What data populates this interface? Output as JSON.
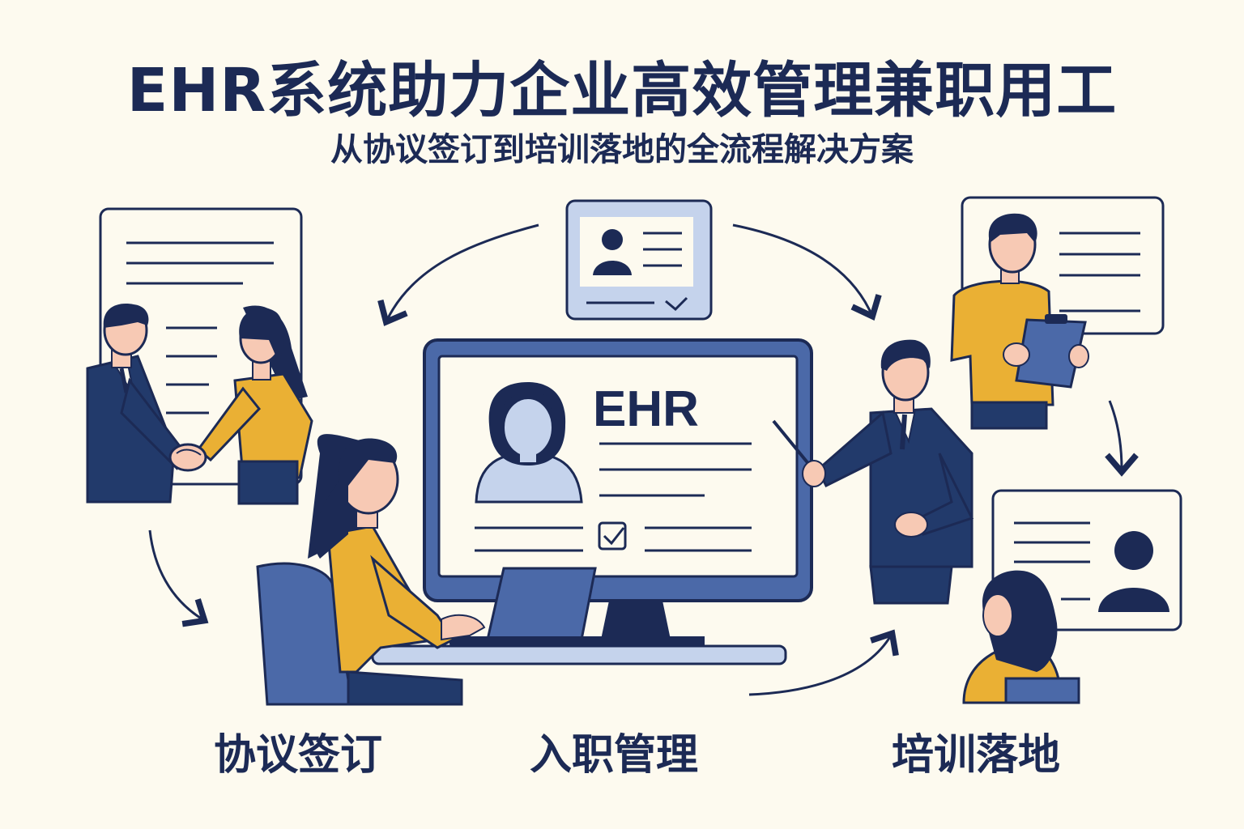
{
  "header": {
    "title": "EHR系统助力企业高效管理兼职用工",
    "subtitle": "从协议签订到培训落地的全流程解决方案"
  },
  "monitor": {
    "label": "EHR"
  },
  "stages": [
    {
      "label": "协议签订"
    },
    {
      "label": "入职管理"
    },
    {
      "label": "培训落地"
    }
  ],
  "colors": {
    "navy": "#1c2a55",
    "blue": "#4b69a8",
    "light_blue": "#c5d3ec",
    "yellow": "#eab034",
    "background": "#fdfaef",
    "skin": "#f7c9b4"
  },
  "icons": [
    "handshake-icon",
    "profile-card-icon",
    "checkbox-icon",
    "clipboard-icon",
    "pointer-stick-icon",
    "laptop-icon"
  ]
}
